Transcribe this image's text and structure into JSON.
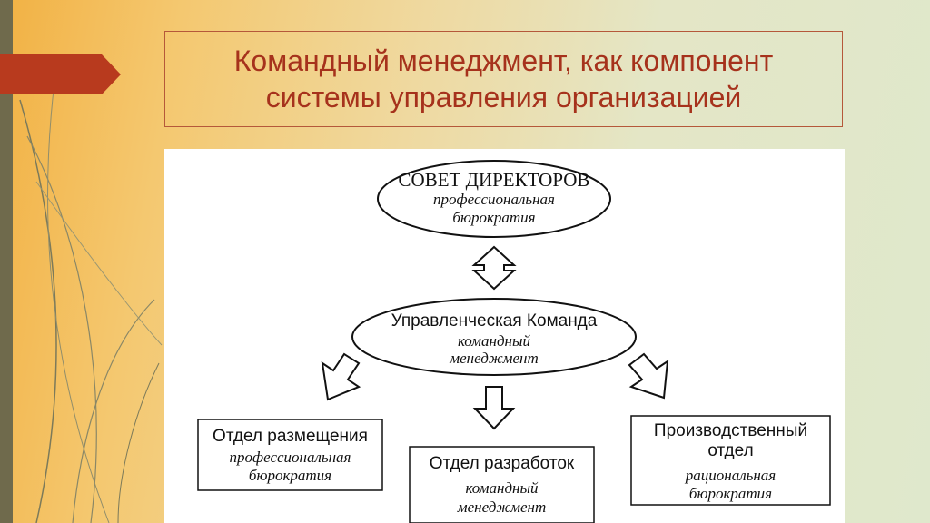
{
  "slide": {
    "title_line1": "Командный менеджмент, как компонент",
    "title_line2": "системы управления организацией"
  },
  "colors": {
    "title": "#a6321c",
    "arrow_tab": "#b83a1e",
    "left_strip": "#6f6a4c"
  },
  "diagram": {
    "board": {
      "title": "СОВЕТ ДИРЕКТОРОВ",
      "sub1": "профессиональная",
      "sub2": "бюрократия"
    },
    "team": {
      "title": "Управленческая Команда",
      "sub1": "командный",
      "sub2": "менеджмент"
    },
    "placement": {
      "title": "Отдел размещения",
      "sub1": "профессиональная",
      "sub2": "бюрократия"
    },
    "development": {
      "title": "Отдел разработок",
      "sub1": "командный",
      "sub2": "менеджмент"
    },
    "production": {
      "title1": "Производственный",
      "title2": "отдел",
      "sub1": "рациональная",
      "sub2": "бюрократия"
    }
  }
}
